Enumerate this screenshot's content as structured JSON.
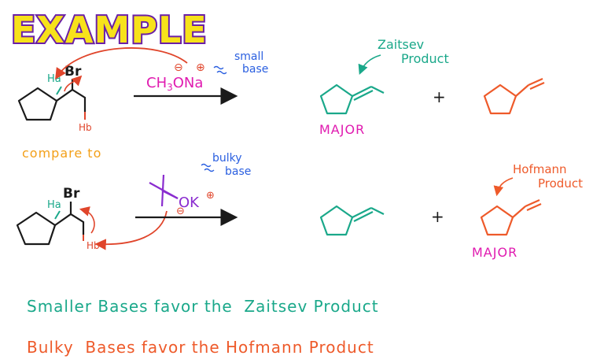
{
  "title": "EXAMPLE",
  "colors": {
    "title_fill": "#f7e21a",
    "title_stroke": "#6a1fa6",
    "black": "#1a1a1a",
    "red": "#e0452b",
    "green": "#1aa88a",
    "magenta": "#e01bb0",
    "blue": "#2a5fe0",
    "orange": "#f3a019",
    "purple": "#8a2ccf",
    "hofmann_orange": "#ee5a2a"
  },
  "reaction1": {
    "leaving_group": "Br",
    "h_alpha": "Ha",
    "h_beta": "Hb",
    "reagent": "CH3ONa",
    "charge_minus": "⊖",
    "charge_plus": "⊕",
    "base_note_line1": "small",
    "base_note_line2": "base",
    "product_label_line1": "Zaitsev",
    "product_label_line2": "Product",
    "major_label": "MAJOR",
    "plus": "+"
  },
  "compare_text": "compare to",
  "reaction2": {
    "leaving_group": "Br",
    "h_alpha": "Ha",
    "h_beta": "Hb",
    "reagent_tail": "OK",
    "charge_minus": "⊖",
    "charge_plus": "⊕",
    "base_note_line1": "bulky",
    "base_note_line2": "base",
    "product_label_line1": "Hofmann",
    "product_label_line2": "Product",
    "major_label": "MAJOR",
    "plus": "+"
  },
  "summary": {
    "line1": "Smaller Bases favor the  Zaitsev Product",
    "line2": "Bulky  Bases favor the Hofmann Product"
  }
}
